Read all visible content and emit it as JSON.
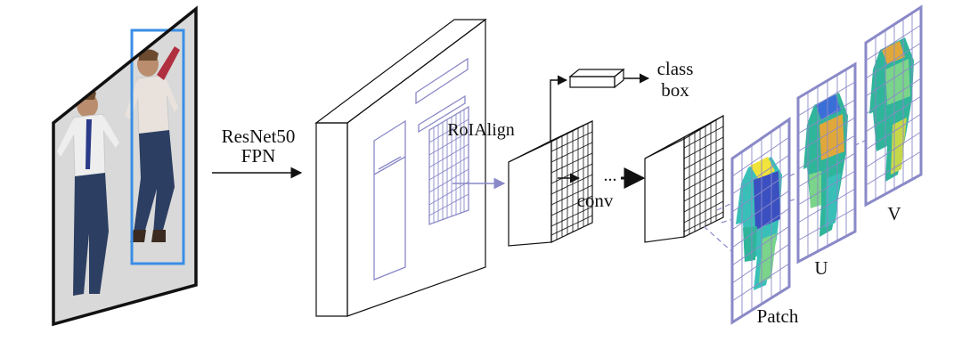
{
  "labels": {
    "backbone_line1": "ResNet50",
    "backbone_line2": "FPN",
    "roialign": "RoIAlign",
    "class": "class",
    "box": "box",
    "conv": "conv",
    "ellipsis": "...",
    "patch": "Patch",
    "u": "U",
    "v": "V"
  },
  "colors": {
    "ink": "#111111",
    "accent_blue": "#8a89c8",
    "detection_box": "#3a8ee6",
    "photo_bg": "#d9d9d9",
    "tie_red": "#b03040",
    "dense_yellow": "#f2e33a",
    "dense_blue": "#3a4fc0",
    "dense_green": "#2fb59a",
    "dense_teal": "#38c0b8",
    "dense_orange": "#e0a83a"
  },
  "icons": {
    "input_image": "photo-of-two-people",
    "detection_box": "bounding-box",
    "feature_grid": "grid-tensor"
  }
}
